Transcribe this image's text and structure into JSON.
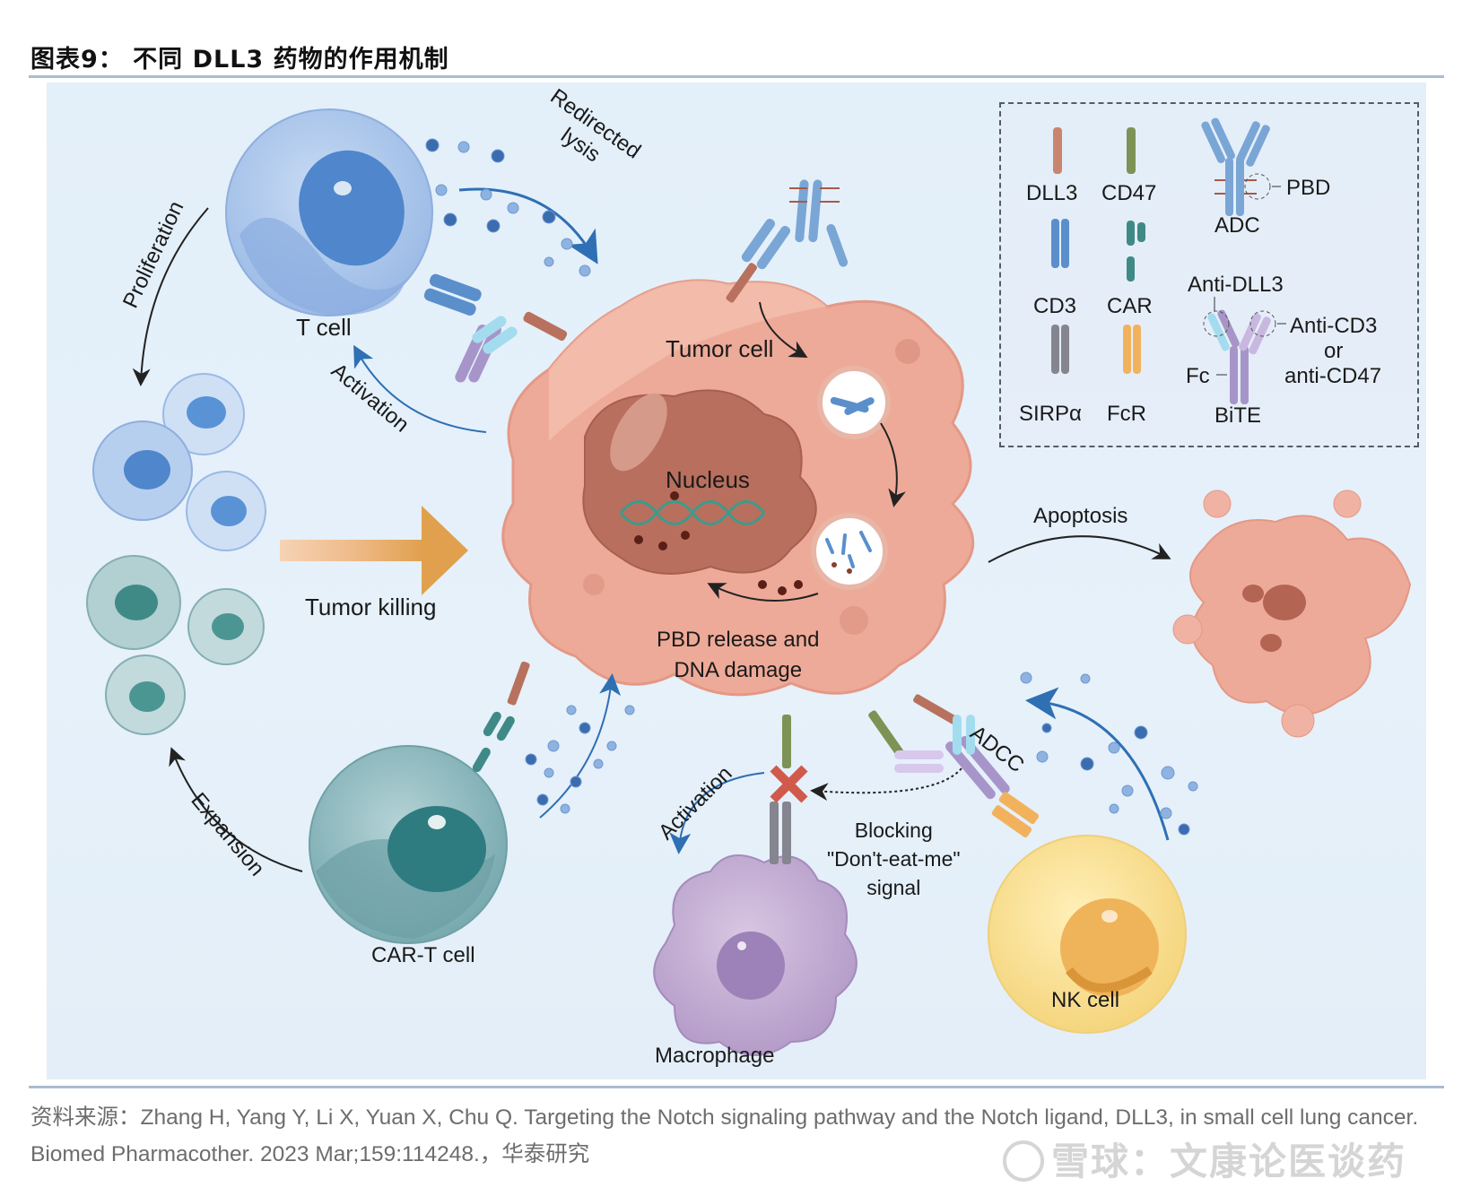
{
  "figure": {
    "title": "图表9：  不同 DLL3 药物的作用机制"
  },
  "diagram": {
    "labels": {
      "t_cell": "T cell",
      "proliferation": "Proliferation",
      "redirected_lysis_line1": "Redirected",
      "redirected_lysis_line2": "lysis",
      "activation_t": "Activation",
      "tumor_cell": "Tumor cell",
      "nucleus": "Nucleus",
      "pbd_release_line1": "PBD release and",
      "pbd_release_line2": "DNA damage",
      "tumor_killing": "Tumor killing",
      "apoptosis": "Apoptosis",
      "expansion": "Expansion",
      "car_t_cell": "CAR-T cell",
      "activation_macrophage": "Activation",
      "blocking_line1": "Blocking",
      "blocking_line2": "\"Don't-eat-me\"",
      "blocking_line3": "signal",
      "macrophage": "Macrophage",
      "adcc": "ADCC",
      "nk_cell": "NK cell"
    },
    "legend": {
      "items": [
        {
          "label": "DLL3",
          "color": "#c98570"
        },
        {
          "label": "CD47",
          "color": "#7d9355"
        },
        {
          "label": "CD3",
          "color": "#5a8fcc"
        },
        {
          "label": "CAR",
          "color": "#3f8a87"
        },
        {
          "label": "SIRPα",
          "color": "#85858f"
        },
        {
          "label": "FcR",
          "color": "#f2b25d"
        }
      ],
      "adc": {
        "label": "ADC",
        "callout": "PBD",
        "color": "#7aa6d6"
      },
      "bite": {
        "label": "BiTE",
        "callout_top": "Anti-DLL3",
        "callout_fc": "Fc",
        "callout_right_line1": "Anti-CD3",
        "callout_right_line2": "or",
        "callout_right_line3": "anti-CD47",
        "color": "#a795c9"
      }
    },
    "colors": {
      "tumor": "#eeaa98",
      "nucleus": "#b96f5e",
      "t_cell": "#9ab9e6",
      "car_t": "#7fb1b6",
      "nk": "#f8dc8c",
      "macrophage": "#b9a2cb",
      "arrow_blue": "#2f6fb4",
      "killing_arrow": "#e0a04e",
      "block_x": "#d05a4c"
    }
  },
  "source": {
    "prefix": "资料来源：",
    "citation": "Zhang H, Yang Y, Li X, Yuan X, Chu Q. Targeting the Notch signaling pathway and the Notch ligand, DLL3, in small cell lung cancer. Biomed Pharmacother. 2023 Mar;159:114248.，",
    "suffix": "华泰研究"
  },
  "watermark": {
    "text": "雪球：文康论医谈药"
  }
}
